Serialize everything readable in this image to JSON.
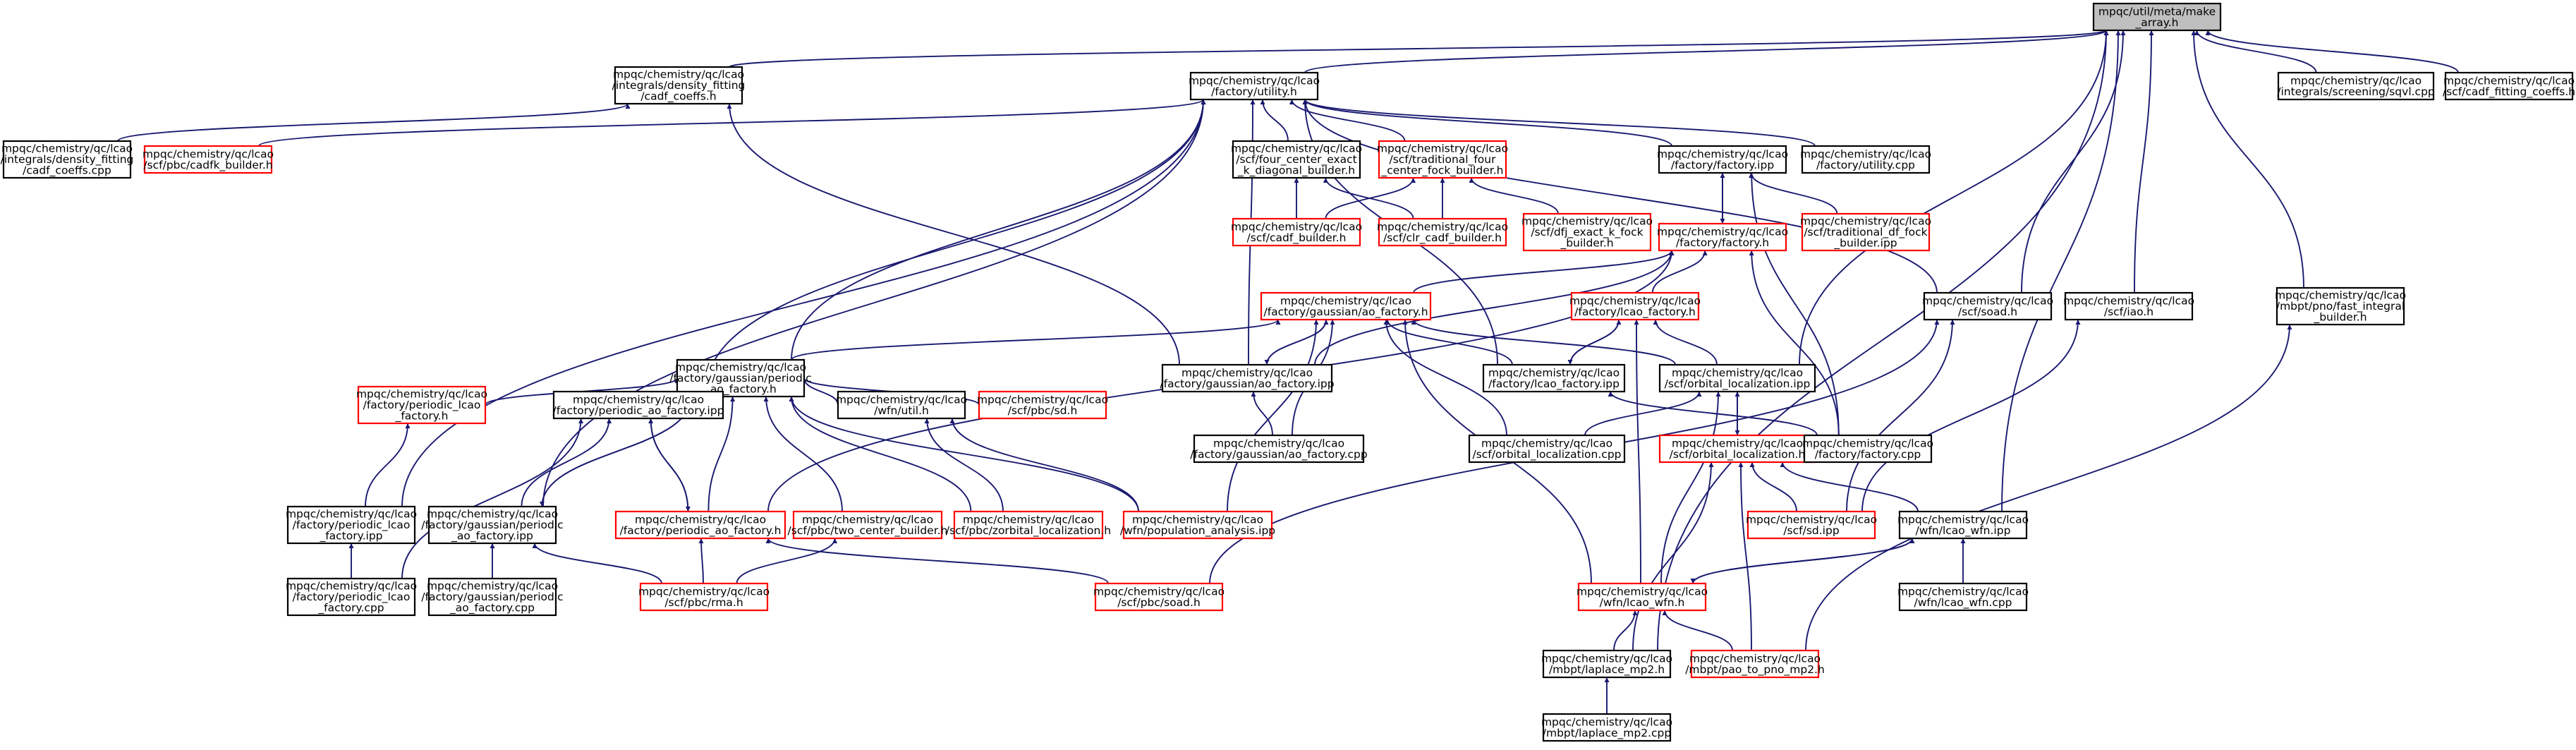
{
  "graph": {
    "nodes": [
      {
        "id": "make_array",
        "lines": [
          "mpqc/util/meta/make",
          "_array.h"
        ],
        "style": "root"
      },
      {
        "id": "df_coeffs_h",
        "lines": [
          "mpqc/chemistry/qc/lcao",
          "/integrals/density_fitting",
          "/cadf_coeffs.h"
        ],
        "style": "black"
      },
      {
        "id": "utility_h",
        "lines": [
          "mpqc/chemistry/qc/lcao",
          "/factory/utility.h"
        ],
        "style": "black"
      },
      {
        "id": "sqvl_cpp",
        "lines": [
          "mpqc/chemistry/qc/lcao",
          "/integrals/screening/sqvl.cpp"
        ],
        "style": "black"
      },
      {
        "id": "cadf_fit_h",
        "lines": [
          "mpqc/chemistry/qc/lcao",
          "/scf/cadf_fitting_coeffs.h"
        ],
        "style": "black"
      },
      {
        "id": "df_coeffs_cpp",
        "lines": [
          "mpqc/chemistry/qc/lcao",
          "/integrals/density_fitting",
          "/cadf_coeffs.cpp"
        ],
        "style": "black"
      },
      {
        "id": "cadfk_builder_h",
        "lines": [
          "mpqc/chemistry/qc/lcao",
          "/scf/pbc/cadfk_builder.h"
        ],
        "style": "red"
      },
      {
        "id": "four_center_exact",
        "lines": [
          "mpqc/chemistry/qc/lcao",
          "/scf/four_center_exact",
          "_k_diagonal_builder.h"
        ],
        "style": "black"
      },
      {
        "id": "traditional_four",
        "lines": [
          "mpqc/chemistry/qc/lcao",
          "/scf/traditional_four",
          "_center_fock_builder.h"
        ],
        "style": "red"
      },
      {
        "id": "factory_ipp",
        "lines": [
          "mpqc/chemistry/qc/lcao",
          "/factory/factory.ipp"
        ],
        "style": "black"
      },
      {
        "id": "utility_cpp",
        "lines": [
          "mpqc/chemistry/qc/lcao",
          "/factory/utility.cpp"
        ],
        "style": "black"
      },
      {
        "id": "cadf_builder_h",
        "lines": [
          "mpqc/chemistry/qc/lcao",
          "/scf/cadf_builder.h"
        ],
        "style": "red"
      },
      {
        "id": "clr_cadf_h",
        "lines": [
          "mpqc/chemistry/qc/lcao",
          "/scf/clr_cadf_builder.h"
        ],
        "style": "red"
      },
      {
        "id": "dfj_exact",
        "lines": [
          "mpqc/chemistry/qc/lcao",
          "/scf/dfj_exact_k_fock",
          "_builder.h"
        ],
        "style": "red"
      },
      {
        "id": "factory_h",
        "lines": [
          "mpqc/chemistry/qc/lcao",
          "/factory/factory.h"
        ],
        "style": "red"
      },
      {
        "id": "trad_df_fock",
        "lines": [
          "mpqc/chemistry/qc/lcao",
          "/scf/traditional_df_fock",
          "_builder.ipp"
        ],
        "style": "red"
      },
      {
        "id": "soad_h",
        "lines": [
          "mpqc/chemistry/qc/lcao",
          "/scf/soad.h"
        ],
        "style": "black"
      },
      {
        "id": "iao_h",
        "lines": [
          "mpqc/chemistry/qc/lcao",
          "/scf/iao.h"
        ],
        "style": "black"
      },
      {
        "id": "fast_integral",
        "lines": [
          "mpqc/chemistry/qc/lcao",
          "/mbpt/pno/fast_integral",
          "_builder.h"
        ],
        "style": "black"
      },
      {
        "id": "gaussian_ao_h",
        "lines": [
          "mpqc/chemistry/qc/lcao",
          "/factory/gaussian/ao_factory.h"
        ],
        "style": "red"
      },
      {
        "id": "lcao_factory_h",
        "lines": [
          "mpqc/chemistry/qc/lcao",
          "/factory/lcao_factory.h"
        ],
        "style": "red"
      },
      {
        "id": "gaussian_periodic_h",
        "lines": [
          "mpqc/chemistry/qc/lcao",
          "/factory/gaussian/periodic",
          "_ao_factory.h"
        ],
        "style": "black"
      },
      {
        "id": "gaussian_ao_ipp",
        "lines": [
          "mpqc/chemistry/qc/lcao",
          "/factory/gaussian/ao_factory.ipp"
        ],
        "style": "black"
      },
      {
        "id": "lcao_factory_ipp",
        "lines": [
          "mpqc/chemistry/qc/lcao",
          "/factory/lcao_factory.ipp"
        ],
        "style": "black"
      },
      {
        "id": "orbital_loc_ipp",
        "lines": [
          "mpqc/chemistry/qc/lcao",
          "/scf/orbital_localization.ipp"
        ],
        "style": "black"
      },
      {
        "id": "periodic_lcao_h",
        "lines": [
          "mpqc/chemistry/qc/lcao",
          "/factory/periodic_lcao",
          "_factory.h"
        ],
        "style": "red"
      },
      {
        "id": "periodic_ao_ipp",
        "lines": [
          "mpqc/chemistry/qc/lcao",
          "/factory/periodic_ao_factory.ipp"
        ],
        "style": "black"
      },
      {
        "id": "wfn_util_h",
        "lines": [
          "mpqc/chemistry/qc/lcao",
          "/wfn/util.h"
        ],
        "style": "black"
      },
      {
        "id": "pbc_sd_h",
        "lines": [
          "mpqc/chemistry/qc/lcao",
          "/scf/pbc/sd.h"
        ],
        "style": "red"
      },
      {
        "id": "gaussian_ao_cpp",
        "lines": [
          "mpqc/chemistry/qc/lcao",
          "/factory/gaussian/ao_factory.cpp"
        ],
        "style": "black"
      },
      {
        "id": "orbital_loc_cpp",
        "lines": [
          "mpqc/chemistry/qc/lcao",
          "/scf/orbital_localization.cpp"
        ],
        "style": "black"
      },
      {
        "id": "orbital_loc_h",
        "lines": [
          "mpqc/chemistry/qc/lcao",
          "/scf/orbital_localization.h"
        ],
        "style": "red"
      },
      {
        "id": "factory_cpp",
        "lines": [
          "mpqc/chemistry/qc/lcao",
          "/factory/factory.cpp"
        ],
        "style": "black"
      },
      {
        "id": "periodic_lcao_ipp",
        "lines": [
          "mpqc/chemistry/qc/lcao",
          "/factory/periodic_lcao",
          "_factory.ipp"
        ],
        "style": "black"
      },
      {
        "id": "gaussian_periodic_ipp",
        "lines": [
          "mpqc/chemistry/qc/lcao",
          "/factory/gaussian/periodic",
          "_ao_factory.ipp"
        ],
        "style": "black"
      },
      {
        "id": "periodic_ao_h",
        "lines": [
          "mpqc/chemistry/qc/lcao",
          "/factory/periodic_ao_factory.h"
        ],
        "style": "red"
      },
      {
        "id": "two_center",
        "lines": [
          "mpqc/chemistry/qc/lcao",
          "/scf/pbc/two_center_builder.h"
        ],
        "style": "red"
      },
      {
        "id": "zorbital",
        "lines": [
          "mpqc/chemistry/qc/lcao",
          "/scf/pbc/zorbital_localization.h"
        ],
        "style": "red"
      },
      {
        "id": "population",
        "lines": [
          "mpqc/chemistry/qc/lcao",
          "/wfn/population_analysis.ipp"
        ],
        "style": "red"
      },
      {
        "id": "sd_ipp",
        "lines": [
          "mpqc/chemistry/qc/lcao",
          "/scf/sd.ipp"
        ],
        "style": "red"
      },
      {
        "id": "lcao_wfn_ipp",
        "lines": [
          "mpqc/chemistry/qc/lcao",
          "/wfn/lcao_wfn.ipp"
        ],
        "style": "black"
      },
      {
        "id": "periodic_lcao_cpp",
        "lines": [
          "mpqc/chemistry/qc/lcao",
          "/factory/periodic_lcao",
          "_factory.cpp"
        ],
        "style": "black"
      },
      {
        "id": "gaussian_periodic_cpp",
        "lines": [
          "mpqc/chemistry/qc/lcao",
          "/factory/gaussian/periodic",
          "_ao_factory.cpp"
        ],
        "style": "black"
      },
      {
        "id": "pbc_rma_h",
        "lines": [
          "mpqc/chemistry/qc/lcao",
          "/scf/pbc/rma.h"
        ],
        "style": "red"
      },
      {
        "id": "pbc_soad_h",
        "lines": [
          "mpqc/chemistry/qc/lcao",
          "/scf/pbc/soad.h"
        ],
        "style": "red"
      },
      {
        "id": "lcao_wfn_h",
        "lines": [
          "mpqc/chemistry/qc/lcao",
          "/wfn/lcao_wfn.h"
        ],
        "style": "red"
      },
      {
        "id": "lcao_wfn_cpp",
        "lines": [
          "mpqc/chemistry/qc/lcao",
          "/wfn/lcao_wfn.cpp"
        ],
        "style": "black"
      },
      {
        "id": "laplace_mp2_h",
        "lines": [
          "mpqc/chemistry/qc/lcao",
          "/mbpt/laplace_mp2.h"
        ],
        "style": "black"
      },
      {
        "id": "pao_to_pno",
        "lines": [
          "mpqc/chemistry/qc/lcao",
          "/mbpt/pao_to_pno_mp2.h"
        ],
        "style": "red"
      },
      {
        "id": "laplace_mp2_cpp",
        "lines": [
          "mpqc/chemistry/qc/lcao",
          "/mbpt/laplace_mp2.cpp"
        ],
        "style": "black"
      }
    ],
    "edges": [
      [
        "df_coeffs_h",
        "make_array"
      ],
      [
        "utility_h",
        "make_array"
      ],
      [
        "sqvl_cpp",
        "make_array"
      ],
      [
        "cadf_fit_h",
        "make_array"
      ],
      [
        "soad_h",
        "make_array"
      ],
      [
        "iao_h",
        "make_array"
      ],
      [
        "fast_integral",
        "make_array"
      ],
      [
        "orbital_loc_ipp",
        "make_array"
      ],
      [
        "lcao_wfn_ipp",
        "make_array"
      ],
      [
        "laplace_mp2_h",
        "make_array"
      ],
      [
        "df_coeffs_cpp",
        "df_coeffs_h"
      ],
      [
        "cadfk_builder_h",
        "utility_h"
      ],
      [
        "four_center_exact",
        "utility_h"
      ],
      [
        "traditional_four",
        "utility_h"
      ],
      [
        "factory_ipp",
        "utility_h"
      ],
      [
        "utility_cpp",
        "utility_h"
      ],
      [
        "gaussian_periodic_h",
        "utility_h"
      ],
      [
        "gaussian_ao_ipp",
        "utility_h"
      ],
      [
        "lcao_factory_ipp",
        "utility_h"
      ],
      [
        "periodic_ao_ipp",
        "utility_h"
      ],
      [
        "periodic_lcao_ipp",
        "utility_h"
      ],
      [
        "gaussian_periodic_ipp",
        "utility_h"
      ],
      [
        "soad_h",
        "utility_h"
      ],
      [
        "gaussian_ao_ipp",
        "df_coeffs_h"
      ],
      [
        "cadf_builder_h",
        "four_center_exact"
      ],
      [
        "clr_cadf_h",
        "four_center_exact"
      ],
      [
        "cadf_builder_h",
        "traditional_four"
      ],
      [
        "clr_cadf_h",
        "traditional_four"
      ],
      [
        "dfj_exact",
        "traditional_four"
      ],
      [
        "factory_h",
        "factory_ipp"
      ],
      [
        "factory_ipp",
        "factory_h"
      ],
      [
        "trad_df_fock",
        "factory_ipp"
      ],
      [
        "factory_cpp",
        "factory_ipp"
      ],
      [
        "gaussian_ao_h",
        "factory_h"
      ],
      [
        "lcao_factory_h",
        "factory_h"
      ],
      [
        "factory_cpp",
        "factory_h"
      ],
      [
        "gaussian_ao_ipp",
        "factory_h"
      ],
      [
        "periodic_ao_h",
        "factory_h"
      ],
      [
        "gaussian_periodic_h",
        "gaussian_ao_h"
      ],
      [
        "gaussian_ao_ipp",
        "gaussian_ao_h"
      ],
      [
        "gaussian_ao_h",
        "gaussian_ao_ipp"
      ],
      [
        "lcao_factory_ipp",
        "gaussian_ao_h"
      ],
      [
        "orbital_loc_ipp",
        "gaussian_ao_h"
      ],
      [
        "gaussian_ao_cpp",
        "gaussian_ao_h"
      ],
      [
        "orbital_loc_cpp",
        "gaussian_ao_h"
      ],
      [
        "population",
        "gaussian_ao_h"
      ],
      [
        "lcao_wfn_h",
        "gaussian_ao_h"
      ],
      [
        "lcao_factory_ipp",
        "lcao_factory_h"
      ],
      [
        "lcao_factory_h",
        "lcao_factory_ipp"
      ],
      [
        "orbital_loc_ipp",
        "lcao_factory_h"
      ],
      [
        "lcao_wfn_h",
        "lcao_factory_h"
      ],
      [
        "periodic_lcao_h",
        "gaussian_periodic_h"
      ],
      [
        "periodic_ao_ipp",
        "gaussian_periodic_h"
      ],
      [
        "wfn_util_h",
        "gaussian_periodic_h"
      ],
      [
        "pbc_sd_h",
        "gaussian_periodic_h"
      ],
      [
        "gaussian_periodic_ipp",
        "gaussian_periodic_h"
      ],
      [
        "gaussian_periodic_h",
        "gaussian_periodic_ipp"
      ],
      [
        "periodic_ao_h",
        "gaussian_periodic_h"
      ],
      [
        "two_center",
        "gaussian_periodic_h"
      ],
      [
        "zorbital",
        "gaussian_periodic_h"
      ],
      [
        "population",
        "gaussian_periodic_h"
      ],
      [
        "gaussian_ao_cpp",
        "gaussian_ao_ipp"
      ],
      [
        "factory_cpp",
        "lcao_factory_ipp"
      ],
      [
        "orbital_loc_h",
        "orbital_loc_ipp"
      ],
      [
        "orbital_loc_ipp",
        "orbital_loc_h"
      ],
      [
        "orbital_loc_cpp",
        "orbital_loc_ipp"
      ],
      [
        "periodic_lcao_ipp",
        "periodic_lcao_h"
      ],
      [
        "gaussian_periodic_ipp",
        "periodic_ao_ipp"
      ],
      [
        "periodic_ao_h",
        "periodic_ao_ipp"
      ],
      [
        "periodic_ao_ipp",
        "periodic_ao_h"
      ],
      [
        "periodic_lcao_cpp",
        "periodic_ao_ipp"
      ],
      [
        "zorbital",
        "wfn_util_h"
      ],
      [
        "population",
        "wfn_util_h"
      ],
      [
        "sd_ipp",
        "orbital_loc_h"
      ],
      [
        "lcao_wfn_ipp",
        "orbital_loc_h"
      ],
      [
        "lcao_wfn_h",
        "orbital_loc_ipp"
      ],
      [
        "laplace_mp2_h",
        "orbital_loc_h"
      ],
      [
        "pao_to_pno",
        "orbital_loc_h"
      ],
      [
        "periodic_lcao_cpp",
        "periodic_lcao_ipp"
      ],
      [
        "gaussian_periodic_cpp",
        "gaussian_periodic_ipp"
      ],
      [
        "pbc_rma_h",
        "gaussian_periodic_ipp"
      ],
      [
        "pbc_rma_h",
        "periodic_ao_h"
      ],
      [
        "pbc_soad_h",
        "periodic_ao_h"
      ],
      [
        "pbc_rma_h",
        "two_center"
      ],
      [
        "lcao_wfn_cpp",
        "lcao_wfn_ipp"
      ],
      [
        "lcao_wfn_h",
        "lcao_wfn_ipp"
      ],
      [
        "lcao_wfn_ipp",
        "lcao_wfn_h"
      ],
      [
        "laplace_mp2_h",
        "lcao_wfn_h"
      ],
      [
        "pao_to_pno",
        "lcao_wfn_h"
      ],
      [
        "laplace_mp2_cpp",
        "laplace_mp2_h"
      ],
      [
        "pbc_soad_h",
        "soad_h"
      ],
      [
        "sd_ipp",
        "soad_h"
      ],
      [
        "sd_ipp",
        "iao_h"
      ],
      [
        "pao_to_pno",
        "fast_integral"
      ]
    ]
  }
}
